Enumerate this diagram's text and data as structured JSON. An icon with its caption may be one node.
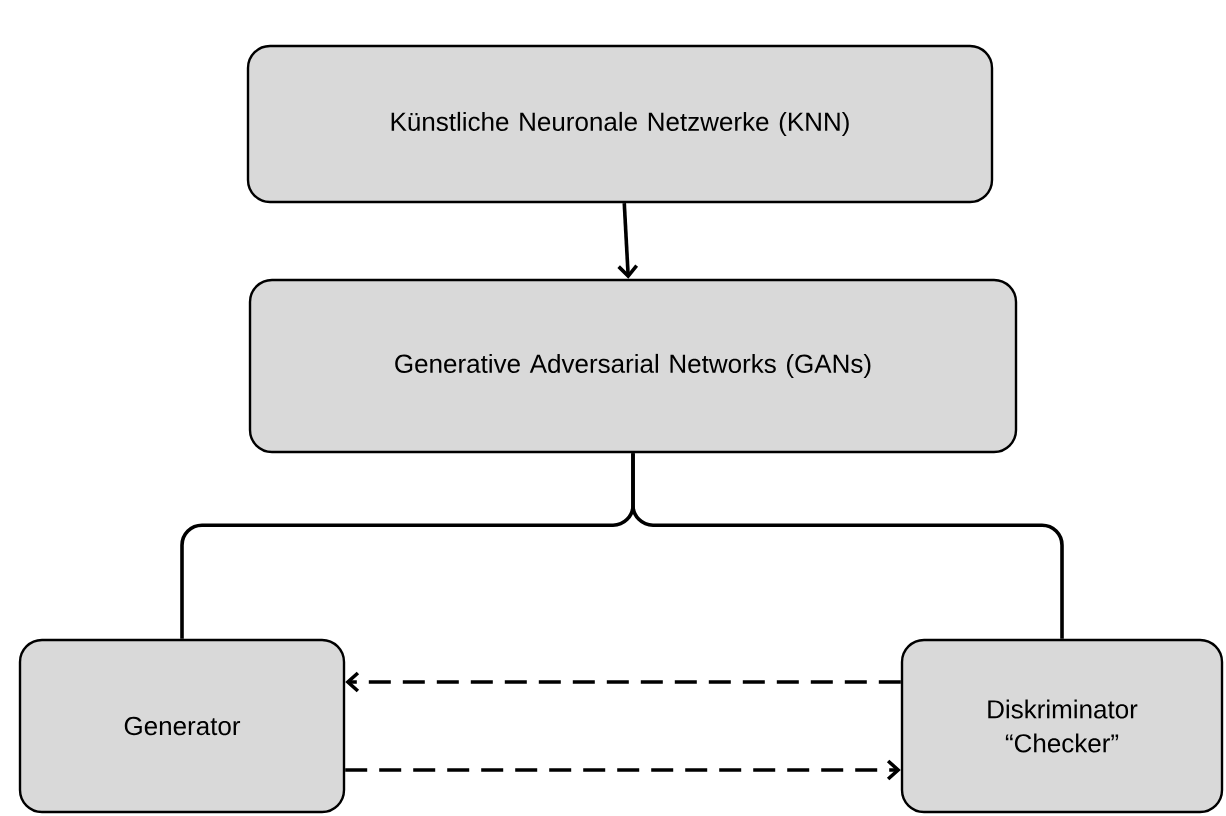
{
  "diagram": {
    "nodes": [
      {
        "text": [
          "Künstliche Neuronale Netzwerke (KNN)"
        ]
      },
      {
        "text": [
          "Generative Adversarial Networks (GANs)"
        ]
      },
      {
        "text": [
          "Generator"
        ]
      },
      {
        "text": [
          "Diskriminator “Checker”"
        ]
      }
    ],
    "edges": [
      {
        "from": 0,
        "to": 1,
        "arrow": "to"
      },
      {
        "from": 1,
        "to": 2,
        "arrow": "none"
      },
      {
        "from": 1,
        "to": 3,
        "arrow": "none"
      },
      {
        "from": 3,
        "to": 2,
        "arrow": "to",
        "style": "dashed"
      },
      {
        "from": 2,
        "to": 3,
        "arrow": "to",
        "style": "dashed"
      }
    ]
  }
}
